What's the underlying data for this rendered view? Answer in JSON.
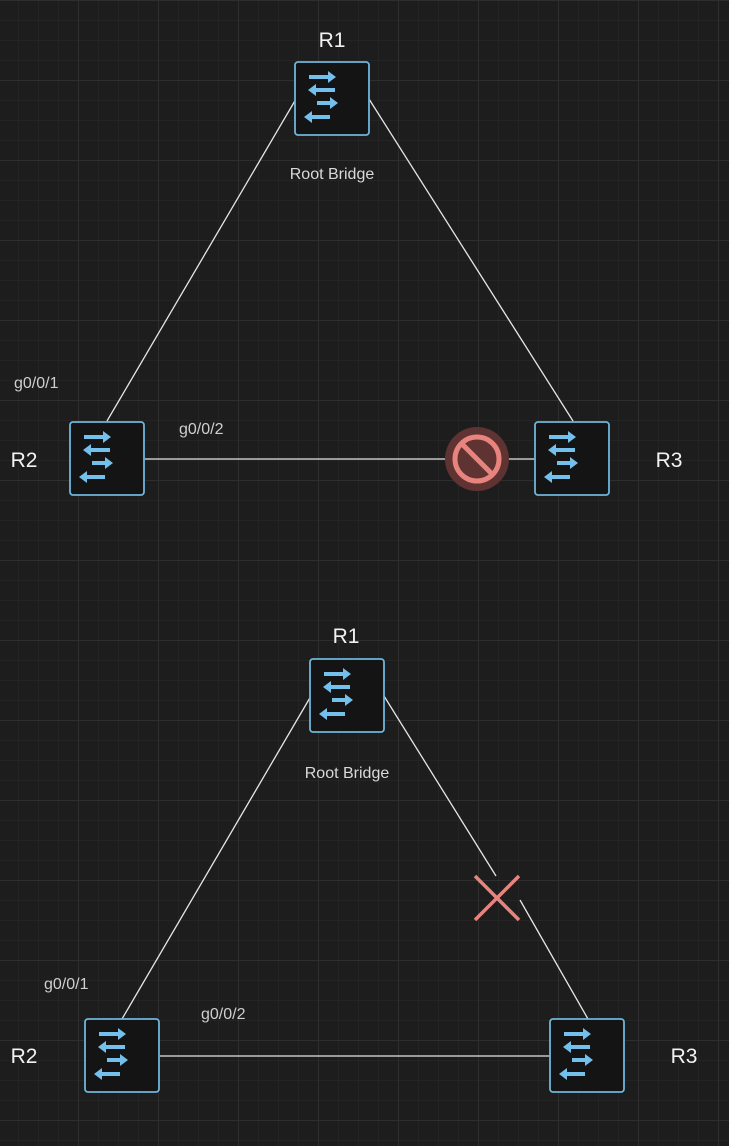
{
  "colors": {
    "background": "#1d1d1d",
    "switch_outline": "#6fb5dc",
    "switch_arrows": "#74c0ec",
    "link": "#e6e6e6",
    "blocked_icon": "#e8837e",
    "failure_mark": "#e8837e"
  },
  "top_diagram": {
    "r1_label": "R1",
    "r1_caption": "Root Bridge",
    "r2_label": "R2",
    "r3_label": "R3",
    "port_r2_r1": "g0/0/1",
    "port_r2_r3": "g0/0/2",
    "blocked_port_icon": "no-entry-icon"
  },
  "bottom_diagram": {
    "r1_label": "R1",
    "r1_caption": "Root Bridge",
    "r2_label": "R2",
    "r3_label": "R3",
    "port_r2_r1": "g0/0/1",
    "port_r2_r3": "g0/0/2",
    "link_failure_icon": "x-mark-icon"
  }
}
